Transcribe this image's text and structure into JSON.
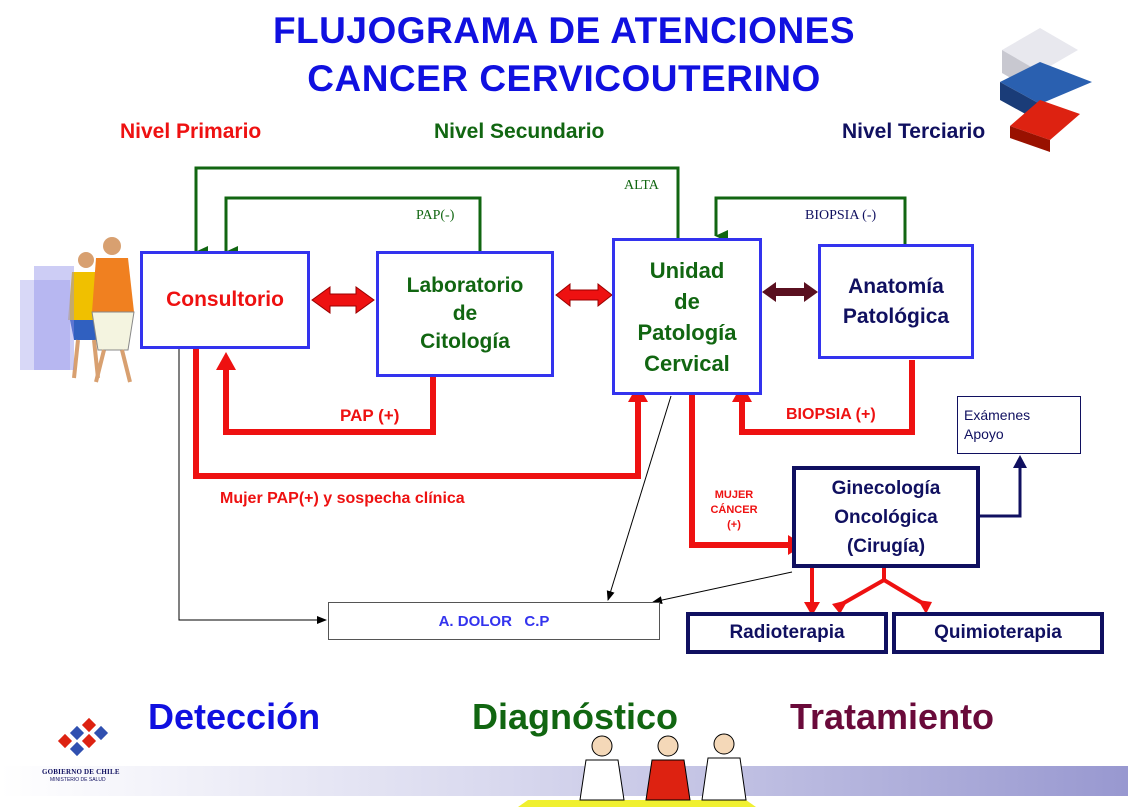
{
  "title": {
    "line1": "FLUJOGRAMA DE ATENCIONES",
    "line2": "CANCER CERVICOUTERINO"
  },
  "levels": {
    "primary": "Nivel Primario",
    "secondary": "Nivel Secundario",
    "tertiary": "Nivel Terciario"
  },
  "nodes": {
    "consultorio": "Consultorio",
    "laboratorio": "Laboratorio\nde\nCitología",
    "unidad": "Unidad\nde\nPatología\nCervical",
    "anatomia": "Anatomía\nPatológica",
    "examenes": "Exámenes\nApoyo",
    "ginecologia": "Ginecología\nOncológica\n(Cirugía)",
    "dolor": "A. DOLOR   C.P",
    "radioterapia": "Radioterapia",
    "quimioterapia": "Quimioterapia"
  },
  "edge_labels": {
    "alta": "ALTA",
    "pap_neg": "PAP(-)",
    "biopsia_neg": "BIOPSIA (-)",
    "pap_pos": "PAP (+)",
    "biopsia_pos": "BIOPSIA  (+)",
    "mujer_pap": "Mujer PAP(+)  y sospecha clínica",
    "mujer_cancer": "MUJER\nCÁNCER\n(+)"
  },
  "phases": {
    "deteccion": "Detección",
    "diagnostico": "Diagnóstico",
    "tratamiento": "Tratamiento"
  },
  "footer": {
    "gov_line1": "GOBIERNO DE CHILE",
    "gov_line2": "MINISTERIO DE SALUD"
  },
  "colors": {
    "title": "#1010e0",
    "primary": "#ee1111",
    "secondary": "#116611",
    "tertiary": "#101060",
    "box_border": "#3333ee",
    "dark_box": "#101060",
    "arrow_red": "#ee1111",
    "arrow_green": "#116611",
    "arrow_dark": "#5a1020",
    "tratamiento": "#6a0a3a"
  }
}
